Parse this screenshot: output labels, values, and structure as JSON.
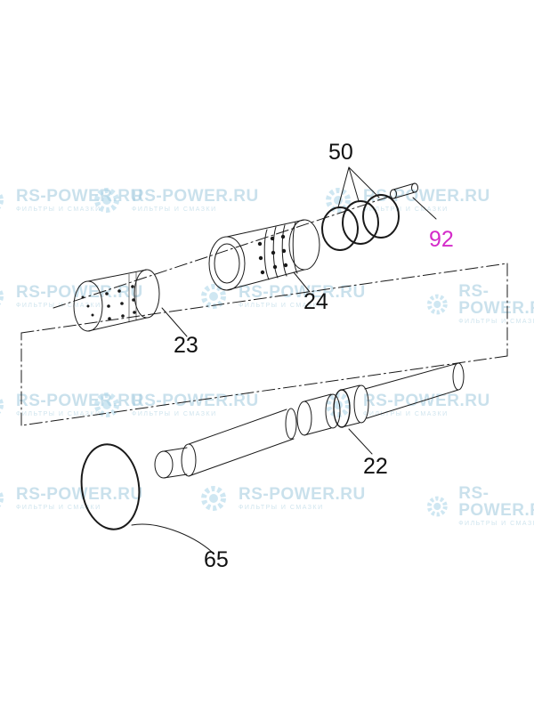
{
  "watermark": {
    "title": "RS-POWER.RU",
    "subtitle": "ФИЛЬТРЫ И СМАЗКИ",
    "color": "#9fc9de"
  },
  "callouts": [
    {
      "id": "50",
      "label": "50",
      "color": "#111111"
    },
    {
      "id": "92",
      "label": "92",
      "color": "#d42bc9"
    },
    {
      "id": "24",
      "label": "24",
      "color": "#111111"
    },
    {
      "id": "23",
      "label": "23",
      "color": "#111111"
    },
    {
      "id": "22",
      "label": "22",
      "color": "#111111"
    },
    {
      "id": "65",
      "label": "65",
      "color": "#111111"
    }
  ],
  "colors": {
    "line": "#1a1a1a",
    "accent": "#d42bc9",
    "watermark": "#9fc9de"
  }
}
